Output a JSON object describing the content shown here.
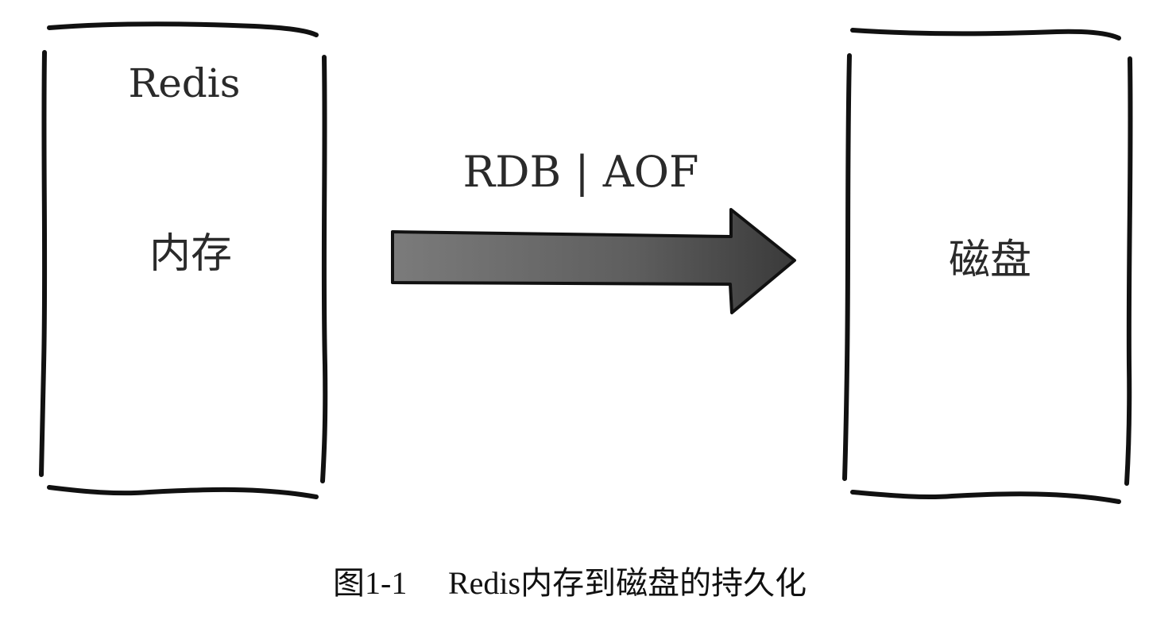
{
  "memory_box": {
    "title": "Redis",
    "label": "内存"
  },
  "arrow": {
    "label": "RDB | AOF"
  },
  "disk_box": {
    "label": "磁盘"
  },
  "caption": {
    "figure_number": "图1-1",
    "text": "Redis内存到磁盘的持久化"
  },
  "colors": {
    "ink": "#111111",
    "arrow_fill_light": "#7a7a7a",
    "arrow_fill_dark": "#3c3c3c"
  }
}
